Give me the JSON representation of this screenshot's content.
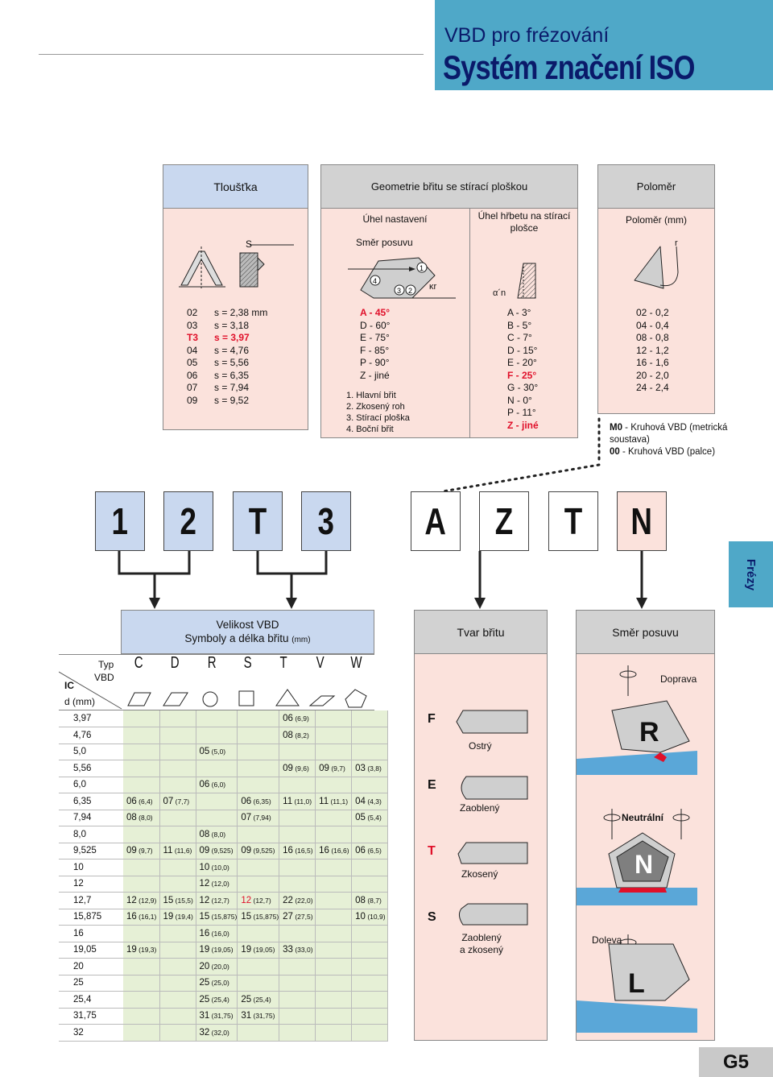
{
  "header": {
    "subtitle": "VBD pro frézování",
    "title": "Systém značení ISO"
  },
  "side_tab": "Frézy",
  "page_number": "G5",
  "top": {
    "thickness": {
      "title": "Tloušťka",
      "s_label": "S",
      "items": [
        [
          "02",
          "s = 2,38 mm"
        ],
        [
          "03",
          "s = 3,18"
        ],
        [
          "T3",
          "s = 3,97"
        ],
        [
          "04",
          "s = 4,76"
        ],
        [
          "05",
          "s = 5,56"
        ],
        [
          "06",
          "s = 6,35"
        ],
        [
          "07",
          "s = 7,94"
        ],
        [
          "09",
          "s = 9,52"
        ]
      ]
    },
    "geometry": {
      "title": "Geometrie břitu se stírací ploškou",
      "angle_title": "Úhel nastavení",
      "feed_dir": "Směr posuvu",
      "angle_items": [
        "A - 45°",
        "D - 60°",
        "E - 75°",
        "F - 85°",
        "P - 90°",
        "Z - jiné"
      ],
      "notes": [
        "1. Hlavní břit",
        "2. Zkosený roh",
        "3. Stírací ploška",
        "4. Boční břit"
      ],
      "back_title": "Úhel hřbetu na stírací plošce",
      "back_items": [
        "A - 3°",
        "B - 5°",
        "C - 7°",
        "D - 15°",
        "E - 20°",
        "F - 25°",
        "G - 30°",
        "N - 0°",
        "P - 11°",
        "Z - jiné"
      ],
      "kappa": "κr",
      "alpha": "α´n"
    },
    "radius": {
      "title": "Poloměr",
      "subtitle": "Poloměr (mm)",
      "r_label": "r",
      "items": [
        "02 - 0,2",
        "04 - 0,4",
        "08 - 0,8",
        "12 - 1,2",
        "16 - 1,6",
        "20 - 2,0",
        "24 - 2,4"
      ],
      "note1_code": "M0",
      "note1": " - Kruhová VBD (metrická soustava)",
      "note2_code": "00",
      "note2": " - Kruhová VBD (palce)"
    }
  },
  "code": [
    "1",
    "2",
    "T",
    "3",
    "A",
    "Z",
    "T",
    "N"
  ],
  "size": {
    "title": "Velikost VBD",
    "subtitle": "Symboly a délka břitu",
    "unit": "(mm)",
    "typ": "Typ",
    "vbd": "VBD",
    "ic": "IC",
    "d": "d (mm)",
    "types": [
      "C",
      "D",
      "R",
      "S",
      "T",
      "V",
      "W"
    ],
    "rows": [
      [
        "3,97",
        "",
        "",
        "",
        "",
        "06 (6,9)",
        "",
        ""
      ],
      [
        "4,76",
        "",
        "",
        "",
        "",
        "08 (8,2)",
        "",
        ""
      ],
      [
        "5,0",
        "",
        "",
        "05 (5,0)",
        "",
        "",
        "",
        ""
      ],
      [
        "5,56",
        "",
        "",
        "",
        "",
        "09 (9,6)",
        "09 (9,7)",
        "03 (3,8)"
      ],
      [
        "6,0",
        "",
        "",
        "06 (6,0)",
        "",
        "",
        "",
        ""
      ],
      [
        "6,35",
        "06 (6,4)",
        "07 (7,7)",
        "",
        "06 (6,35)",
        "11 (11,0)",
        "11 (11,1)",
        "04 (4,3)"
      ],
      [
        "7,94",
        "08 (8,0)",
        "",
        "",
        "07 (7,94)",
        "",
        "",
        "05 (5,4)"
      ],
      [
        "8,0",
        "",
        "",
        "08 (8,0)",
        "",
        "",
        "",
        ""
      ],
      [
        "9,525",
        "09 (9,7)",
        "11 (11,6)",
        "09 (9,525)",
        "09 (9,525)",
        "16 (16,5)",
        "16 (16,6)",
        "06 (6,5)"
      ],
      [
        "10",
        "",
        "",
        "10 (10,0)",
        "",
        "",
        "",
        ""
      ],
      [
        "12",
        "",
        "",
        "12 (12,0)",
        "",
        "",
        "",
        ""
      ],
      [
        "12,7",
        "12 (12,9)",
        "15 (15,5)",
        "12 (12,7)",
        "12 (12,7)",
        "22 (22,0)",
        "",
        "08 (8,7)"
      ],
      [
        "15,875",
        "16 (16,1)",
        "19 (19,4)",
        "15 (15,875)",
        "15 (15,875)",
        "27 (27,5)",
        "",
        "10 (10,9)"
      ],
      [
        "16",
        "",
        "",
        "16 (16,0)",
        "",
        "",
        "",
        ""
      ],
      [
        "19,05",
        "19 (19,3)",
        "",
        "19 (19,05)",
        "19 (19,05)",
        "33 (33,0)",
        "",
        ""
      ],
      [
        "20",
        "",
        "",
        "20 (20,0)",
        "",
        "",
        "",
        ""
      ],
      [
        "25",
        "",
        "",
        "25 (25,0)",
        "",
        "",
        "",
        ""
      ],
      [
        "25,4",
        "",
        "",
        "25 (25,4)",
        "25 (25,4)",
        "",
        "",
        ""
      ],
      [
        "31,75",
        "",
        "",
        "31 (31,75)",
        "31 (31,75)",
        "",
        "",
        ""
      ],
      [
        "32",
        "",
        "",
        "32 (32,0)",
        "",
        "",
        "",
        ""
      ]
    ]
  },
  "edge": {
    "title": "Tvar břitu",
    "items": [
      [
        "F",
        "Ostrý"
      ],
      [
        "E",
        "Zaoblený"
      ],
      [
        "T",
        "Zkosený"
      ],
      [
        "S",
        "Zaoblený\na zkosený"
      ]
    ]
  },
  "feed": {
    "title": "Směr posuvu",
    "right": "Doprava",
    "neutral": "Neutrální",
    "left": "Doleva",
    "R": "R",
    "N": "N",
    "L": "L"
  },
  "colors": {
    "accent": "#4fa8c8",
    "pink": "#fbe2dc",
    "blue": "#c9d8ef",
    "red": "#e0102a"
  }
}
